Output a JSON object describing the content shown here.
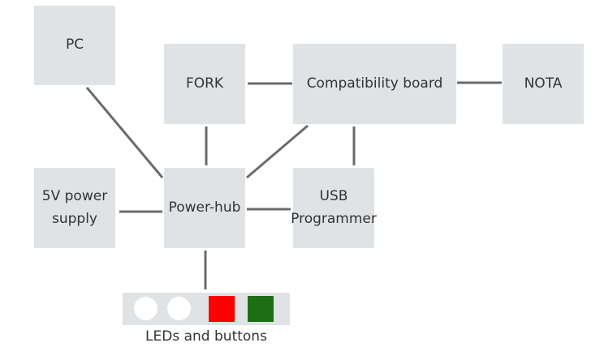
{
  "nodes": {
    "pc": "PC",
    "fork": "FORK",
    "compat": "Compatibility board",
    "nota": "NOTA",
    "psu": "5V power\nsupply",
    "hub": "Power-hub",
    "usb": "USB\nProgrammer"
  },
  "leds": {
    "caption": "LEDs and buttons",
    "button_colors": [
      "#ffffff",
      "#ffffff"
    ],
    "led_colors": [
      "#ff0000",
      "#1e6e14"
    ]
  },
  "colors": {
    "box": "#dfe3e6",
    "connector": "#6b6b6b",
    "text": "#333333"
  }
}
